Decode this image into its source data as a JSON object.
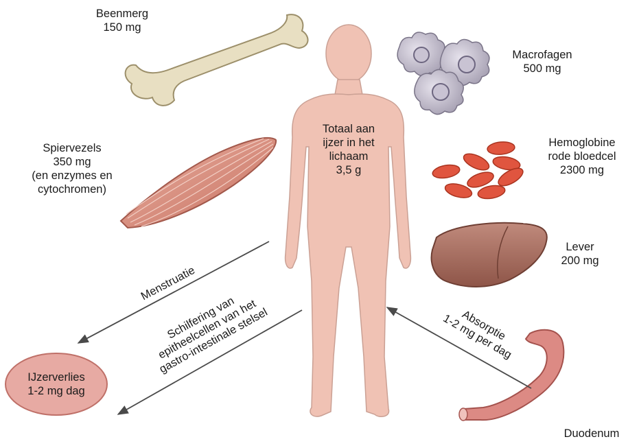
{
  "body": {
    "total_lines": [
      "Totaal aan",
      "ijzer in het",
      "lichaam",
      "3,5 g"
    ]
  },
  "stores": {
    "bone_marrow": {
      "name": "Beenmerg",
      "amount": "150 mg"
    },
    "macrophages": {
      "name": "Macrofagen",
      "amount": "500 mg"
    },
    "muscle": {
      "lines": [
        "Spiervezels",
        "350 mg",
        "(en enzymes en",
        "cytochromen)"
      ]
    },
    "hemoglobin": {
      "lines": [
        "Hemoglobine",
        "rode bloedcel",
        "2300 mg"
      ]
    },
    "liver": {
      "name": "Lever",
      "amount": "200 mg"
    },
    "duodenum": {
      "name": "Duodenum"
    }
  },
  "flows": {
    "menstruation": "Menstruatie",
    "shedding_lines": [
      "Schilfering van",
      "epitheelcellen van het",
      "gastro-intestinale stelsel"
    ],
    "absorption_lines": [
      "Absorptie",
      "1-2 mg per dag"
    ]
  },
  "loss": {
    "lines": [
      "IJzerverlies",
      "1-2 mg dag"
    ]
  },
  "colors": {
    "skin": "#f0c2b4",
    "skin_stroke": "#caa094",
    "bone": "#e8dfc2",
    "muscle": "#d98f82",
    "rbc": "#e0553f",
    "liver": "#a0685c",
    "duodenum": "#dc8a84",
    "loss_ellipse": "#e7aaa3",
    "arrow": "#4a4a4a"
  }
}
